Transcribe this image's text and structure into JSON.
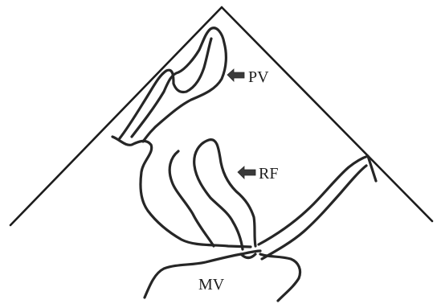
{
  "labels": {
    "pv": "PV",
    "rf": "RF",
    "mv": "MV"
  },
  "colors": {
    "line": "#262626",
    "background": "#ffffff"
  }
}
